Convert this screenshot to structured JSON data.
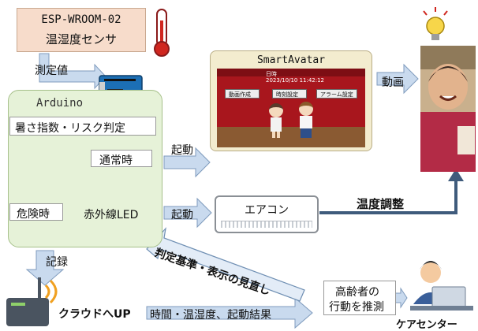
{
  "sensor": {
    "model": "ESP-WROOM-02",
    "label": "温湿度センサ"
  },
  "measure_label": "測定値",
  "arduino": {
    "title": "Arduino",
    "judge": "暑さ指数・リスク判定",
    "normal": "通常時",
    "danger": "危険時",
    "ir_led": "赤外線LED"
  },
  "launch_label_1": "起動",
  "launch_label_2": "起動",
  "smartavatar": {
    "title": "SmartAvatar",
    "date_caption": "日時",
    "datetime": "2023/10/10 11:42:12",
    "buttons": [
      "動画作成",
      "時刻設定",
      "アラーム設定"
    ]
  },
  "video_label": "動画",
  "aircon_label": "エアコン",
  "temp_adjust_label": "温度調整",
  "record_label": "記録",
  "cloud_label": "クラウドへUP",
  "review_label": "判定基準・表示の見直し",
  "log_label": "時間・温湿度、起動結果",
  "infer_label": [
    "高齢者の",
    "行動を推測"
  ],
  "care_center_label": "ケアセンター",
  "colors": {
    "sensor_fill": "#f7dccb",
    "arduino_fill": "#e6f2d8",
    "arrow_fill": "#bcd3ec",
    "arrow_stroke": "#6f8fb3",
    "stage_red": "#a8161d",
    "dark_arrow": "#3f5b7c"
  }
}
